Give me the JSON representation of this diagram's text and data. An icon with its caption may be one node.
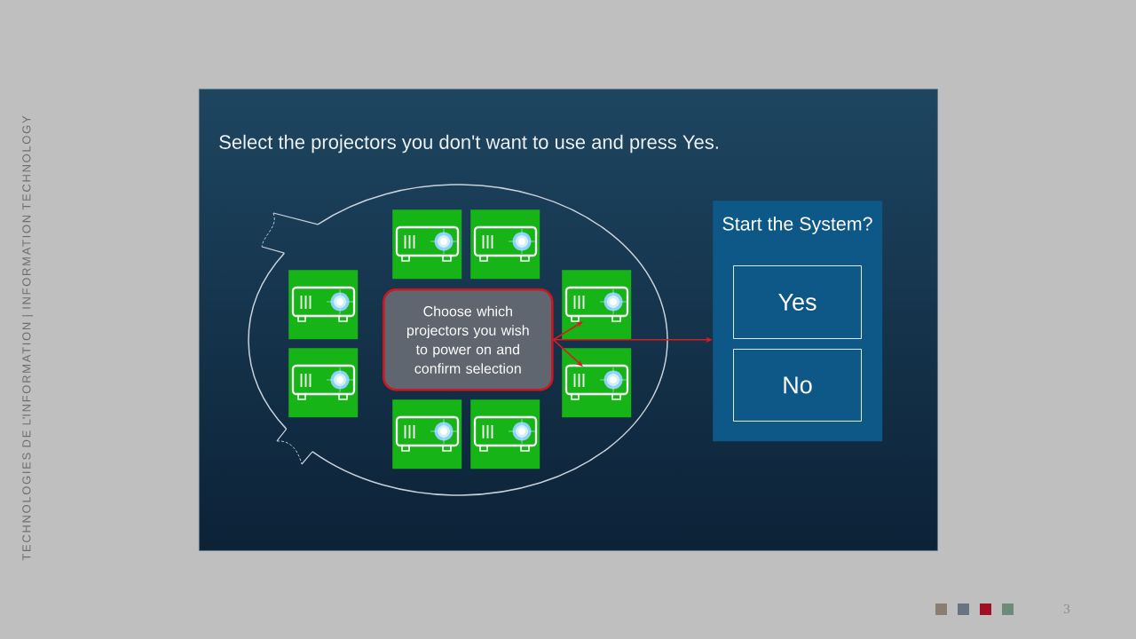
{
  "diagram": {
    "nodes": [
      {
        "text": [
          "Select the projectors you don't want to use and press Yes."
        ]
      },
      {
        "text": [],
        "shape": "ellipse",
        "in": 0
      },
      {
        "text": [],
        "shape": "picture",
        "in": 1
      },
      {
        "text": [],
        "shape": "picture",
        "in": 1
      },
      {
        "text": [],
        "shape": "picture",
        "in": 1
      },
      {
        "text": [],
        "shape": "picture",
        "in": 1
      },
      {
        "text": [
          "Choose which projectors you wish to power on and confirm selection"
        ],
        "in": 1
      },
      {
        "text": [],
        "shape": "picture",
        "in": 1
      },
      {
        "text": [],
        "shape": "picture",
        "in": 1
      },
      {
        "text": [],
        "shape": "picture",
        "in": 1
      },
      {
        "text": [],
        "shape": "picture",
        "in": 1
      },
      {
        "text": [
          "Start the System?"
        ],
        "in": 0
      },
      {
        "text": [
          "Yes"
        ],
        "in": 11
      },
      {
        "text": [
          "No"
        ],
        "in": 11
      }
    ],
    "edges": [
      {
        "from": 6,
        "to": 5,
        "arrow": "to"
      },
      {
        "from": 6,
        "to": 8,
        "arrow": "to"
      },
      {
        "from": 6,
        "to": 11,
        "arrow": "to"
      }
    ],
    "labels": [
      "TECHNOLOGIES DE L'INFORMATION | INFORMATION TECHNOLOGY",
      "3"
    ]
  }
}
